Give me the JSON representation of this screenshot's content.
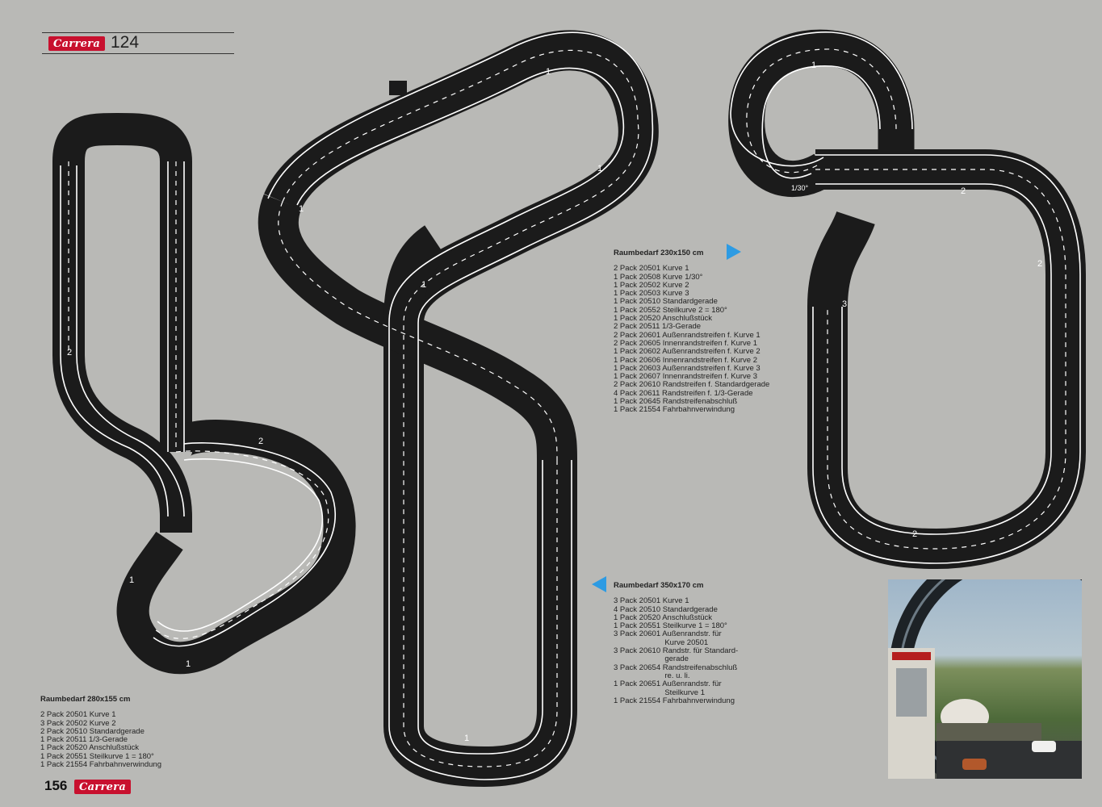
{
  "header": {
    "brand": "Carrera",
    "series": "124"
  },
  "footer": {
    "page_number": "156",
    "brand": "Carrera"
  },
  "layouts": [
    {
      "title": "Raumbedarf 280x155 cm",
      "items": [
        "2 Pack 20501 Kurve 1",
        "3 Pack 20502 Kurve 2",
        "2 Pack 20510 Standardgerade",
        "1 Pack 20511 1/3-Gerade",
        "1 Pack 20520 Anschlußstück",
        "1 Pack 20551 Steilkurve 1 = 180°",
        "1 Pack 21554 Fahrbahnverwindung"
      ]
    },
    {
      "title": "Raumbedarf 350x170 cm",
      "items": [
        "3 Pack 20501 Kurve 1",
        "4 Pack 20510 Standardgerade",
        "1 Pack 20520 Anschlußstück",
        "1 Pack 20551 Steilkurve 1 = 180°",
        "3 Pack 20601 Außenrandstr. für",
        "                        Kurve 20501",
        "3 Pack 20610 Randstr. für Standard-",
        "                        gerade",
        "3 Pack 20654 Randstreifenabschluß",
        "                        re. u. li.",
        "1 Pack 20651 Außenrandstr. für",
        "                        Steilkurve 1",
        "1 Pack 21554 Fahrbahnverwindung"
      ]
    },
    {
      "title": "Raumbedarf 230x150 cm",
      "items": [
        "2 Pack 20501 Kurve 1",
        "1 Pack 20508 Kurve 1/30°",
        "1 Pack 20502 Kurve 2",
        "1 Pack 20503 Kurve 3",
        "1 Pack 20510 Standardgerade",
        "1 Pack 20552 Steilkurve 2 = 180°",
        "1 Pack 20520 Anschlußstück",
        "2 Pack 20511 1/3-Gerade",
        "2 Pack 20601 Außenrandstreifen f. Kurve 1",
        "2 Pack 20605 Innenrandstreifen f. Kurve 1",
        "1 Pack 20602 Außenrandstreifen f. Kurve 2",
        "1 Pack 20606 Innenrandstreifen f. Kurve 2",
        "1 Pack 20603 Außenrandstreifen f. Kurve 3",
        "1 Pack 20607 Innenrandstreifen f. Kurve 3",
        "2 Pack 20610 Randstreifen f. Standardgerade",
        "4 Pack 20611 Randstreifen f. 1/3-Gerade",
        "1 Pack 20645 Randstreifenabschluß",
        "1 Pack 21554 Fahrbahnverwindung"
      ]
    }
  ],
  "track_labels": {
    "curve1": "1",
    "curve2": "2",
    "curve3": "3",
    "curve_1_30": "1/30°",
    "steep1": "1",
    "steep2": "2"
  },
  "colors": {
    "track": "#1b1b1b",
    "lane": "#ffffff",
    "arrow": "#2d9be3",
    "brand": "#c8102e"
  }
}
